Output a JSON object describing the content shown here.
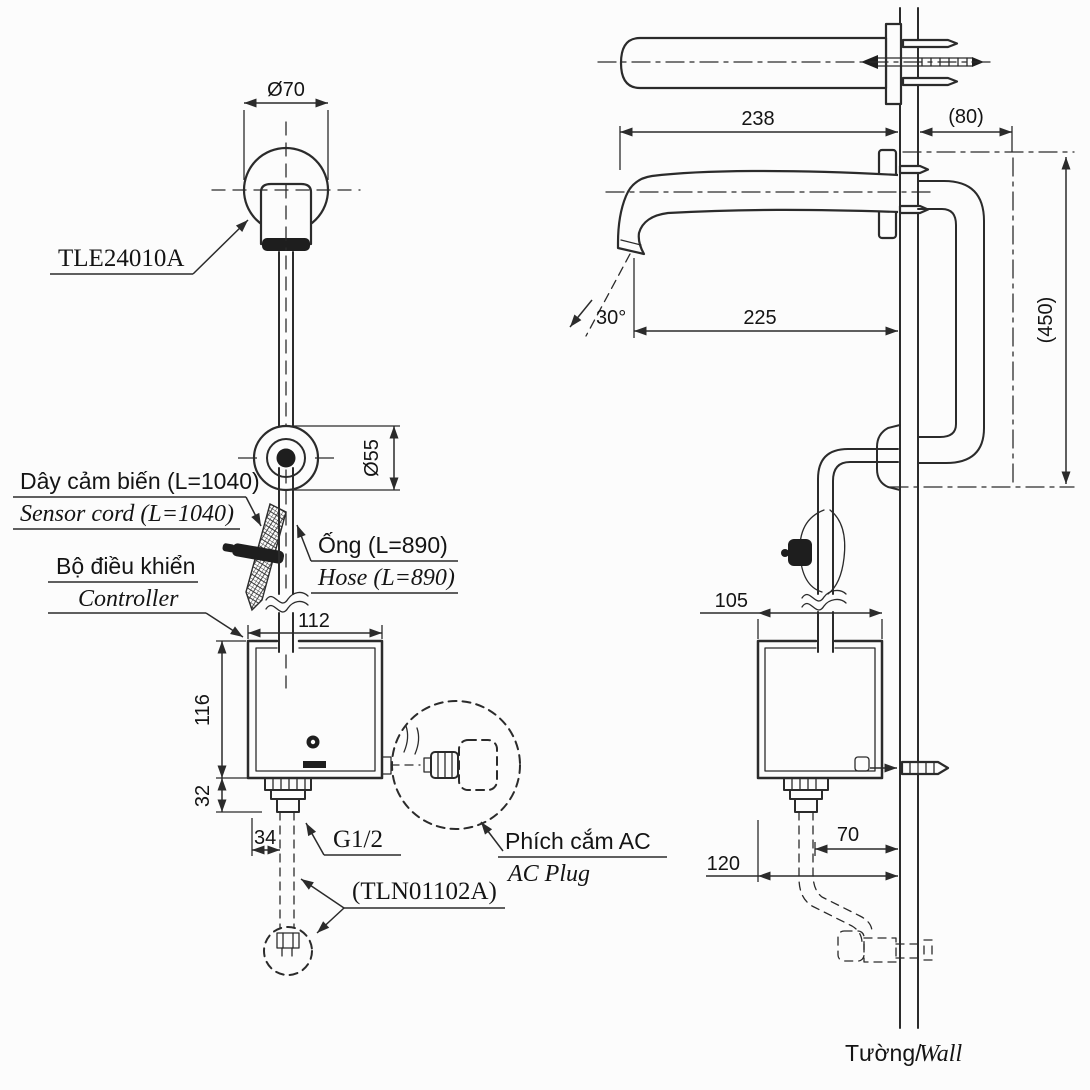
{
  "front_view": {
    "model_label": "TLE24010A",
    "dim_spout_diameter": "Ø70",
    "dim_escutcheon_diameter": "Ø55",
    "sensor_cord_label_vi": "Dây cảm biến (L=1040)",
    "sensor_cord_label_en": "Sensor cord (L=1040)",
    "hose_label_vi": "Ống (L=890)",
    "hose_label_en": "Hose (L=890)",
    "controller_label_vi": "Bộ điều khiển",
    "controller_label_en": "Controller",
    "dim_controller_width": "112",
    "dim_controller_height": "116",
    "dim_fitting_height": "32",
    "dim_fitting_width": "34",
    "thread_label": "G1/2",
    "supply_valve_label": "(TLN01102A)",
    "ac_plug_label_vi": "Phích cắm AC",
    "ac_plug_label_en": "AC Plug"
  },
  "side_view": {
    "dim_spout_total": "238",
    "dim_wall_offset": "(80)",
    "dim_spout_reach": "225",
    "dim_drop": "(450)",
    "dim_angle": "30°",
    "dim_controller_width": "105",
    "dim_supply_to_wall": "70",
    "dim_controller_to_wall": "120",
    "wall_label_vi": "Tường/",
    "wall_label_en": "Wall"
  }
}
